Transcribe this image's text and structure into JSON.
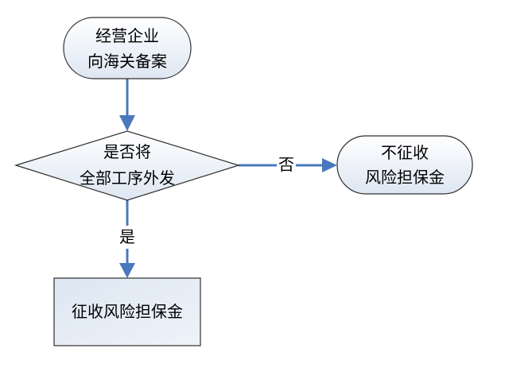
{
  "colors": {
    "node_fill_light": "#ffffff",
    "node_fill_dark": "#dde6f2",
    "node_stroke": "#2f2f2f",
    "connector": "#4a78bd"
  },
  "nodes": {
    "start": {
      "line1": "经营企业",
      "line2": "向海关备案"
    },
    "decision": {
      "line1": "是否将",
      "line2": "全部工序外发"
    },
    "no_result": {
      "line1": "不征收",
      "line2": "风险担保金"
    },
    "yes_result": {
      "line1": "征收风险担保金"
    }
  },
  "edges": {
    "no_label": "否",
    "yes_label": "是"
  }
}
